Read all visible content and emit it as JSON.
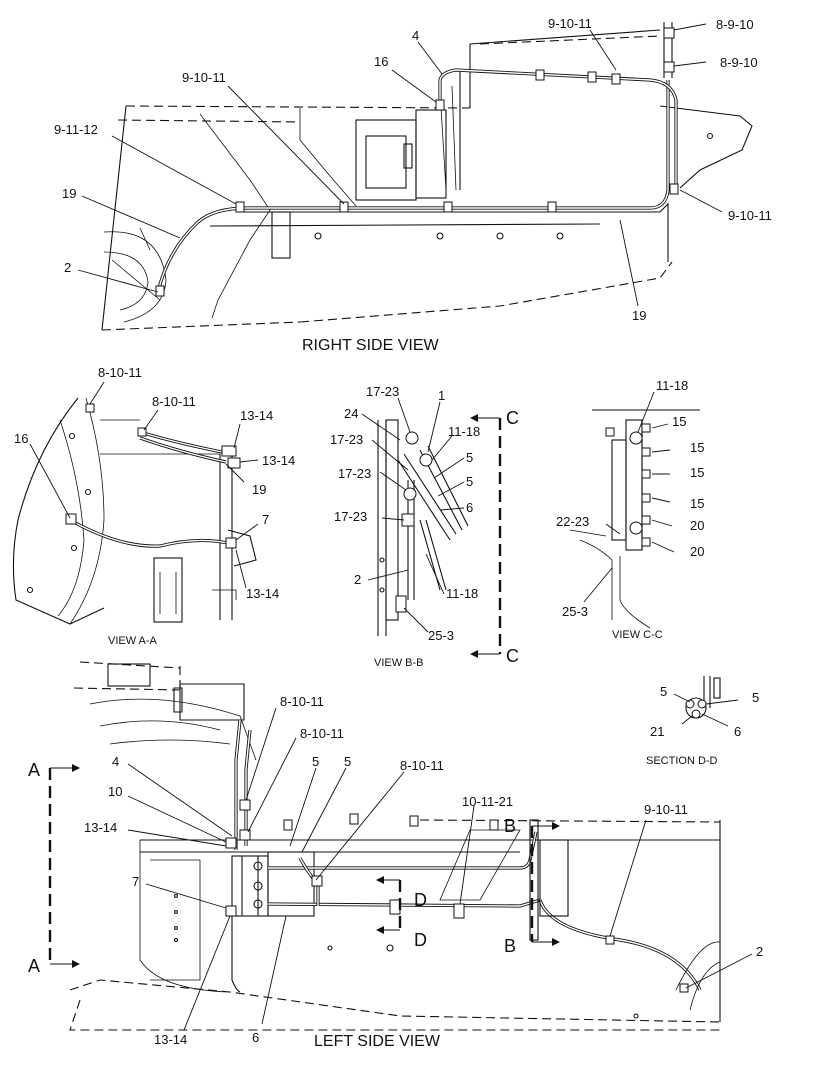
{
  "views": {
    "right_side": {
      "title": "RIGHT SIDE VIEW",
      "callouts": [
        "9-10-11",
        "8-9-10",
        "4",
        "8-9-10",
        "16",
        "9-10-11",
        "9-11-12",
        "19",
        "9-10-11",
        "2",
        "19"
      ]
    },
    "view_a": {
      "title": "VIEW A-A",
      "callouts": [
        "8-10-11",
        "8-10-11",
        "16",
        "13-14",
        "13-14",
        "19",
        "7",
        "13-14"
      ]
    },
    "view_b": {
      "title": "VIEW B-B",
      "callouts": [
        "17-23",
        "1",
        "24",
        "11-18",
        "17-23",
        "5",
        "17-23",
        "5",
        "6",
        "17-23",
        "2",
        "11-18",
        "25-3"
      ],
      "section_letter_top": "C",
      "section_letter_bottom": "C"
    },
    "view_c": {
      "title": "VIEW C-C",
      "callouts": [
        "11-18",
        "15",
        "15",
        "15",
        "15",
        "22-23",
        "20",
        "20",
        "25-3"
      ]
    },
    "section_d": {
      "title": "SECTION D-D",
      "callouts": [
        "5",
        "5",
        "21",
        "6"
      ]
    },
    "left_side": {
      "title": "LEFT SIDE VIEW",
      "callouts": [
        "8-10-11",
        "8-10-11",
        "4",
        "5",
        "5",
        "8-10-11",
        "10",
        "10-11-21",
        "13-14",
        "7",
        "9-10-11",
        "2",
        "13-14",
        "6"
      ],
      "section_a_top": "A",
      "section_a_bottom": "A",
      "section_b_top": "B",
      "section_b_bottom": "B",
      "section_d_top": "D",
      "section_d_bottom": "D"
    }
  }
}
